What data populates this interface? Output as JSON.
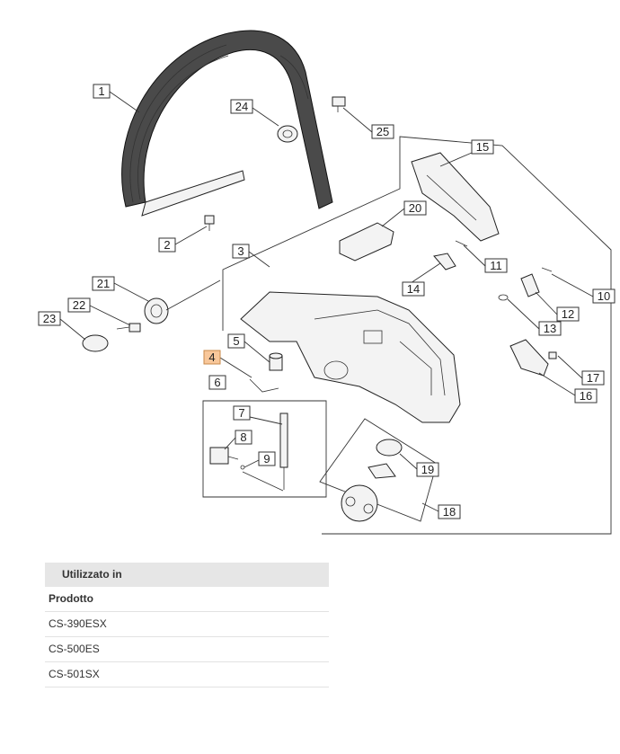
{
  "diagram": {
    "callouts": [
      "1",
      "2",
      "3",
      "4",
      "5",
      "6",
      "7",
      "8",
      "9",
      "10",
      "11",
      "12",
      "13",
      "14",
      "15",
      "16",
      "17",
      "18",
      "19",
      "20",
      "21",
      "22",
      "23",
      "24",
      "25"
    ],
    "highlighted": "4",
    "highlight_color": "#f8c79a"
  },
  "usage": {
    "header": "Utilizzato in",
    "column": "Prodotto",
    "products": [
      "CS-390ESX",
      "CS-500ES",
      "CS-501SX"
    ]
  }
}
